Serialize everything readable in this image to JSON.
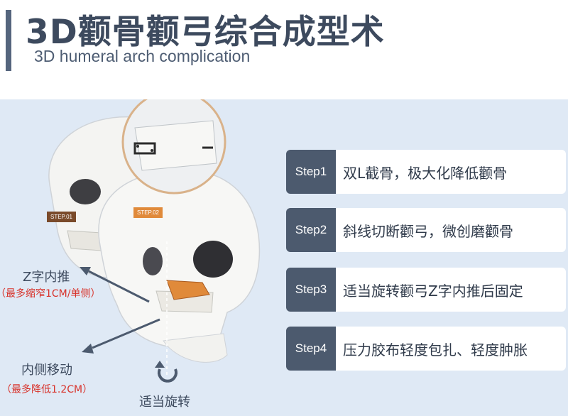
{
  "header": {
    "title_cn": "3D颧骨颧弓综合成型术",
    "title_en": "3D humeral arch complication"
  },
  "steps": [
    {
      "tag": "Step1",
      "text": "双L截骨，极大化降低颧骨"
    },
    {
      "tag": "Step2",
      "text": "斜线切断颧弓，微创磨颧骨"
    },
    {
      "tag": "Step3",
      "text": "适当旋转颧弓Z字内推后固定"
    },
    {
      "tag": "Step4",
      "text": "压力胶布轻度包扎、轻度肿胀"
    }
  ],
  "annotations": {
    "z_push": "Z字内推",
    "z_push_note": "（最多缩窄1CM/单侧）",
    "medial_move": "内侧移动",
    "medial_move_note": "（最多降低1.2CM）",
    "rotate": "适当旋转"
  },
  "chips": {
    "step01": "STEP.01",
    "step02": "STEP.02"
  },
  "colors": {
    "accent": "#55657d",
    "title": "#3d4a5e",
    "panel_bg": "#dfe9f5",
    "step_tag_bg": "#4c5a6e",
    "note_red": "#d8322a",
    "orange_cut": "#e08a3a",
    "brown_chip": "#7a4a2a"
  }
}
